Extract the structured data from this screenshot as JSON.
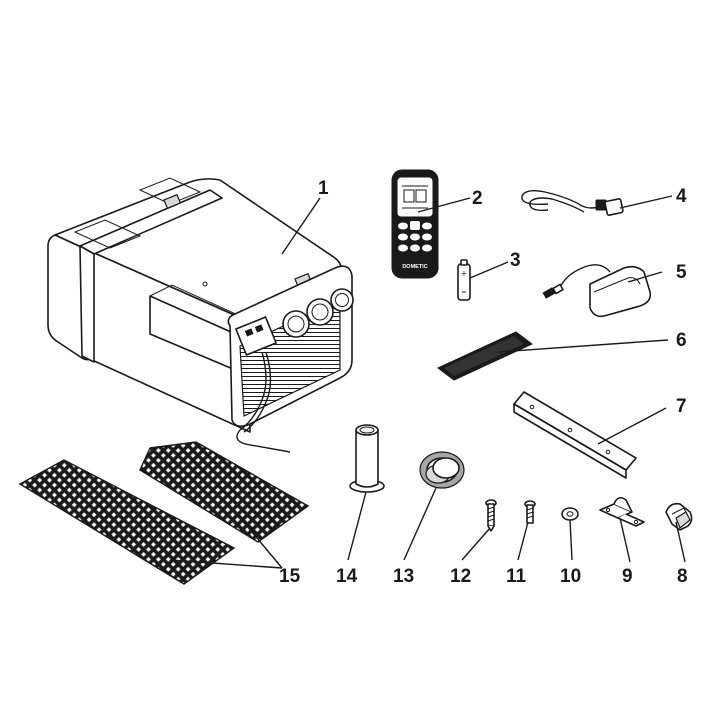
{
  "callouts": [
    {
      "id": "1",
      "label": "1"
    },
    {
      "id": "2",
      "label": "2"
    },
    {
      "id": "3",
      "label": "3"
    },
    {
      "id": "4",
      "label": "4"
    },
    {
      "id": "5",
      "label": "5"
    },
    {
      "id": "6",
      "label": "6"
    },
    {
      "id": "7",
      "label": "7"
    },
    {
      "id": "8",
      "label": "8"
    },
    {
      "id": "9",
      "label": "9"
    },
    {
      "id": "10",
      "label": "10"
    },
    {
      "id": "11",
      "label": "11"
    },
    {
      "id": "12",
      "label": "12"
    },
    {
      "id": "13",
      "label": "13"
    },
    {
      "id": "14",
      "label": "14"
    },
    {
      "id": "15",
      "label": "15"
    }
  ],
  "remote_brand": "DOMETIC",
  "colors": {
    "line": "#1a1a1a",
    "fill": "#ffffff",
    "shade": "#d9d9d9"
  }
}
